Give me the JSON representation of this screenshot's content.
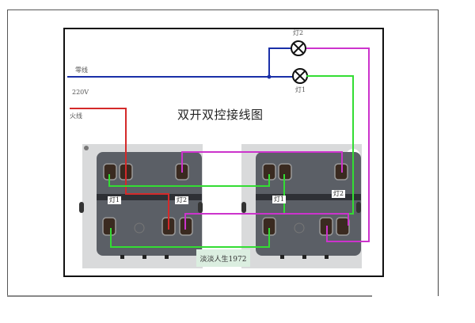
{
  "diagram": {
    "title": "双开双控接线图",
    "watermark": "淡淡人生1972",
    "labels": {
      "neutral": "零线",
      "voltage": "220V",
      "live": "火线",
      "lamp2": "灯2",
      "lamp1": "灯1"
    },
    "switches": [
      {
        "name": "left-switch",
        "tag_lamp1": "灯1",
        "tag_lamp2": "灯2"
      },
      {
        "name": "right-switch",
        "tag_lamp1": "灯1",
        "tag_lamp2": "灯2"
      }
    ],
    "wire_colors": {
      "neutral": "#1a2fa8",
      "live": "#d42a2a",
      "lamp1_traveler": "#33dd33",
      "lamp2_traveler": "#cc33cc"
    }
  }
}
